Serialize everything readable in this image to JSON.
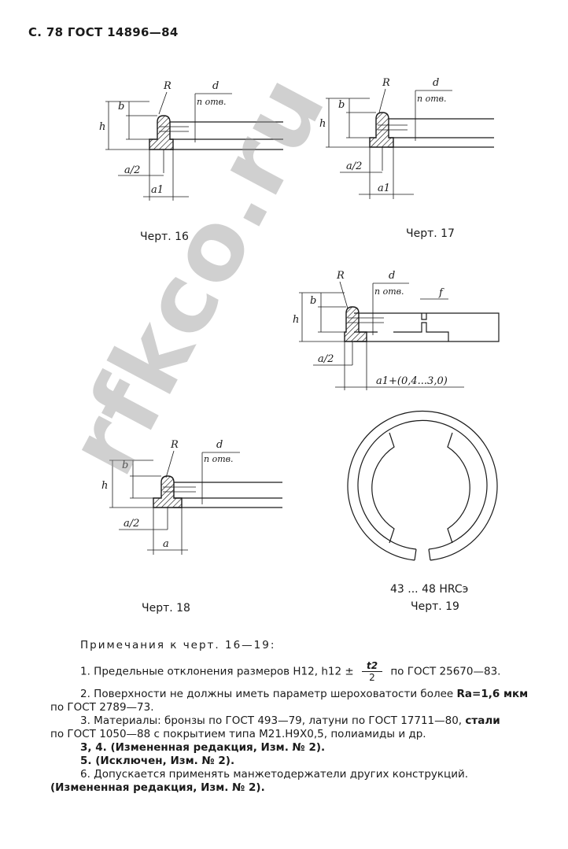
{
  "header": "С. 78 ГОСТ 14896—84",
  "labels": {
    "R": "R",
    "d": "d",
    "n_otv": "n omв.",
    "b": "b",
    "h": "h",
    "a_half": "a/2",
    "a1": "a1",
    "a": "a",
    "f": "f",
    "a1_tol": "a1+(0,4...3,0)"
  },
  "captions": {
    "fig16": "Черт. 16",
    "fig17": "Черт. 17",
    "fig18": "Черт. 18",
    "fig19_hardness": "43 ... 48 HRCэ",
    "fig19": "Черт. 19"
  },
  "notes": {
    "title": "Примечания к черт. 16—19:",
    "n1_pre": "1. Предельные отклонения размеров H12, h12 ±",
    "n1_num": "t2",
    "n1_den": "2",
    "n1_post": "по ГОСТ 25670—83.",
    "n2_a": "2. Поверхности не должны иметь параметр шероховатости более",
    "n2_b": "Ra=1,6 мкм",
    "n2_c": "по ГОСТ 2789—73.",
    "n3_a": "3. Материалы: бронзы по ГОСТ 493—79, латуни по ГОСТ 17711—80,",
    "n3_b": "стали",
    "n3_c": "по ГОСТ 1050—88 с покрытием типа М21.Н9Х0,5, полиамиды и др.",
    "n4": "3, 4. (Измененная редакция, Изм. № 2).",
    "n5": "5. (Исключен, Изм. № 2).",
    "n6": "6. Допускается применять манжетодержатели других конструкций.",
    "n7": "(Измененная редакция, Изм. № 2)."
  },
  "watermark": "rfkco.ru"
}
